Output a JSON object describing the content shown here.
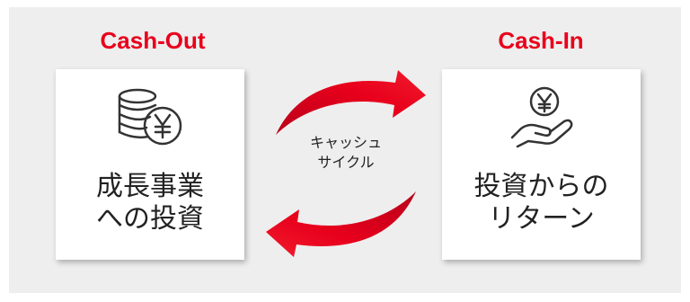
{
  "cash_out": {
    "heading": "Cash-Out",
    "label_line1": "成長事業",
    "label_line2": "への投資"
  },
  "cash_in": {
    "heading": "Cash-In",
    "label_line1": "投資からの",
    "label_line2": "リターン"
  },
  "cycle": {
    "line1": "キャッシュ",
    "line2": "サイクル"
  },
  "icons": {
    "cash_out": "coin-stack-yen-icon",
    "cash_in": "hand-holding-yen-coin-icon"
  },
  "colors": {
    "accent": "#e8001c",
    "background": "#eeeeee",
    "card": "#ffffff"
  }
}
